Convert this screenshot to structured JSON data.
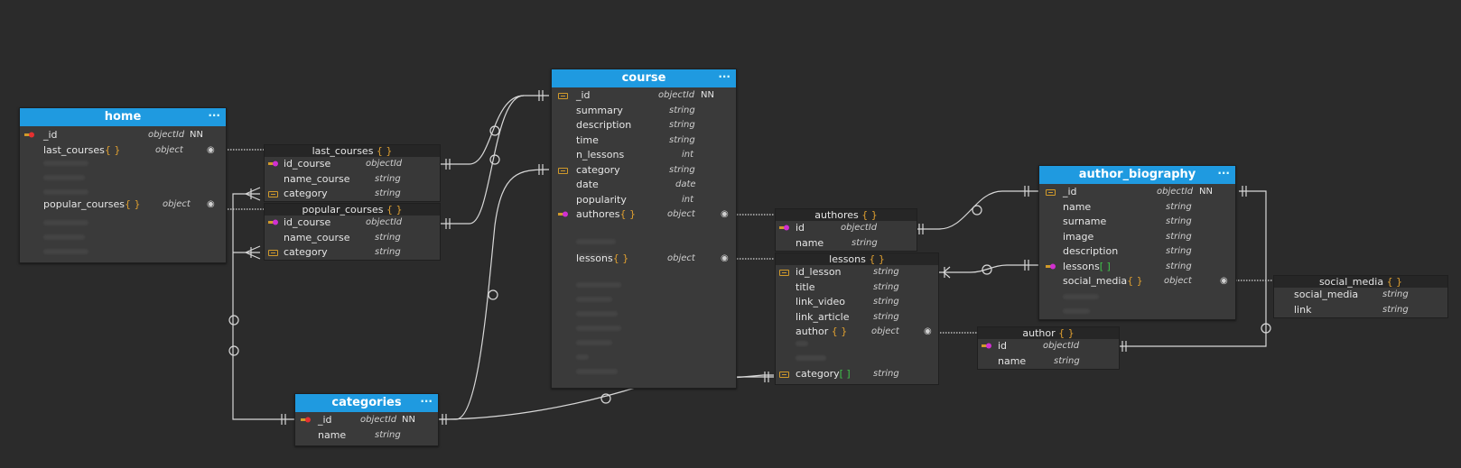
{
  "tables": {
    "home": {
      "title": "home",
      "menu": "···",
      "rows": [
        {
          "name": "_id",
          "type": "objectId",
          "nn": "NN"
        },
        {
          "name": "last_courses",
          "bracket": "{ }",
          "type": "object"
        },
        {
          "name": "popular_courses",
          "bracket": "{ }",
          "type": "object"
        }
      ]
    },
    "last_courses": {
      "title": "last_courses",
      "bracket": "{ }",
      "rows": [
        {
          "name": "id_course",
          "type": "objectId"
        },
        {
          "name": "name_course",
          "type": "string"
        },
        {
          "name": "category",
          "type": "string"
        }
      ]
    },
    "popular_courses": {
      "title": "popular_courses",
      "bracket": "{ }",
      "rows": [
        {
          "name": "id_course",
          "type": "objectId"
        },
        {
          "name": "name_course",
          "type": "string"
        },
        {
          "name": "category",
          "type": "string"
        }
      ]
    },
    "course": {
      "title": "course",
      "menu": "···",
      "rows": [
        {
          "name": "_id",
          "type": "objectId",
          "nn": "NN"
        },
        {
          "name": "summary",
          "type": "string"
        },
        {
          "name": "description",
          "type": "string"
        },
        {
          "name": "time",
          "type": "string"
        },
        {
          "name": "n_lessons",
          "type": "int"
        },
        {
          "name": "category",
          "type": "string"
        },
        {
          "name": "date",
          "type": "date"
        },
        {
          "name": "popularity",
          "type": "int"
        },
        {
          "name": "authores",
          "bracket": "{ }",
          "type": "object"
        },
        {
          "name": "lessons",
          "bracket": "{ }",
          "type": "object"
        }
      ]
    },
    "authores": {
      "title": "authores",
      "bracket": "{ }",
      "rows": [
        {
          "name": "id",
          "type": "objectId"
        },
        {
          "name": "name",
          "type": "string"
        }
      ]
    },
    "lessons": {
      "title": "lessons",
      "bracket": "{ }",
      "rows": [
        {
          "name": "id_lesson",
          "type": "string"
        },
        {
          "name": "title",
          "type": "string"
        },
        {
          "name": "link_video",
          "type": "string"
        },
        {
          "name": "link_article",
          "type": "string"
        },
        {
          "name": "author",
          "bracket": "{ }",
          "type": "object"
        },
        {
          "name": "category",
          "bracket": "[ ]",
          "type": "string"
        }
      ]
    },
    "categories": {
      "title": "categories",
      "menu": "···",
      "rows": [
        {
          "name": "_id",
          "type": "objectId",
          "nn": "NN"
        },
        {
          "name": "name",
          "type": "string"
        }
      ]
    },
    "author_biography": {
      "title": "author_biography",
      "menu": "···",
      "rows": [
        {
          "name": "_id",
          "type": "objectId",
          "nn": "NN"
        },
        {
          "name": "name",
          "type": "string"
        },
        {
          "name": "surname",
          "type": "string"
        },
        {
          "name": "image",
          "type": "string"
        },
        {
          "name": "description",
          "type": "string"
        },
        {
          "name": "lessons",
          "bracket": "[ ]",
          "type": "string"
        },
        {
          "name": "social_media",
          "bracket": "{ }",
          "type": "object"
        }
      ]
    },
    "social_media": {
      "title": "social_media",
      "bracket": "{ }",
      "rows": [
        {
          "name": "social_media",
          "type": "string"
        },
        {
          "name": "link",
          "type": "string"
        }
      ]
    },
    "author": {
      "title": "author",
      "bracket": "{ }",
      "rows": [
        {
          "name": "id",
          "type": "objectId"
        },
        {
          "name": "name",
          "type": "string"
        }
      ]
    }
  },
  "colors": {
    "header": "#1f9ae0",
    "background": "#2b2b2b",
    "bracket_orange": "#e0a030",
    "bracket_green": "#3fc54a",
    "line": "#d8d8d8"
  }
}
